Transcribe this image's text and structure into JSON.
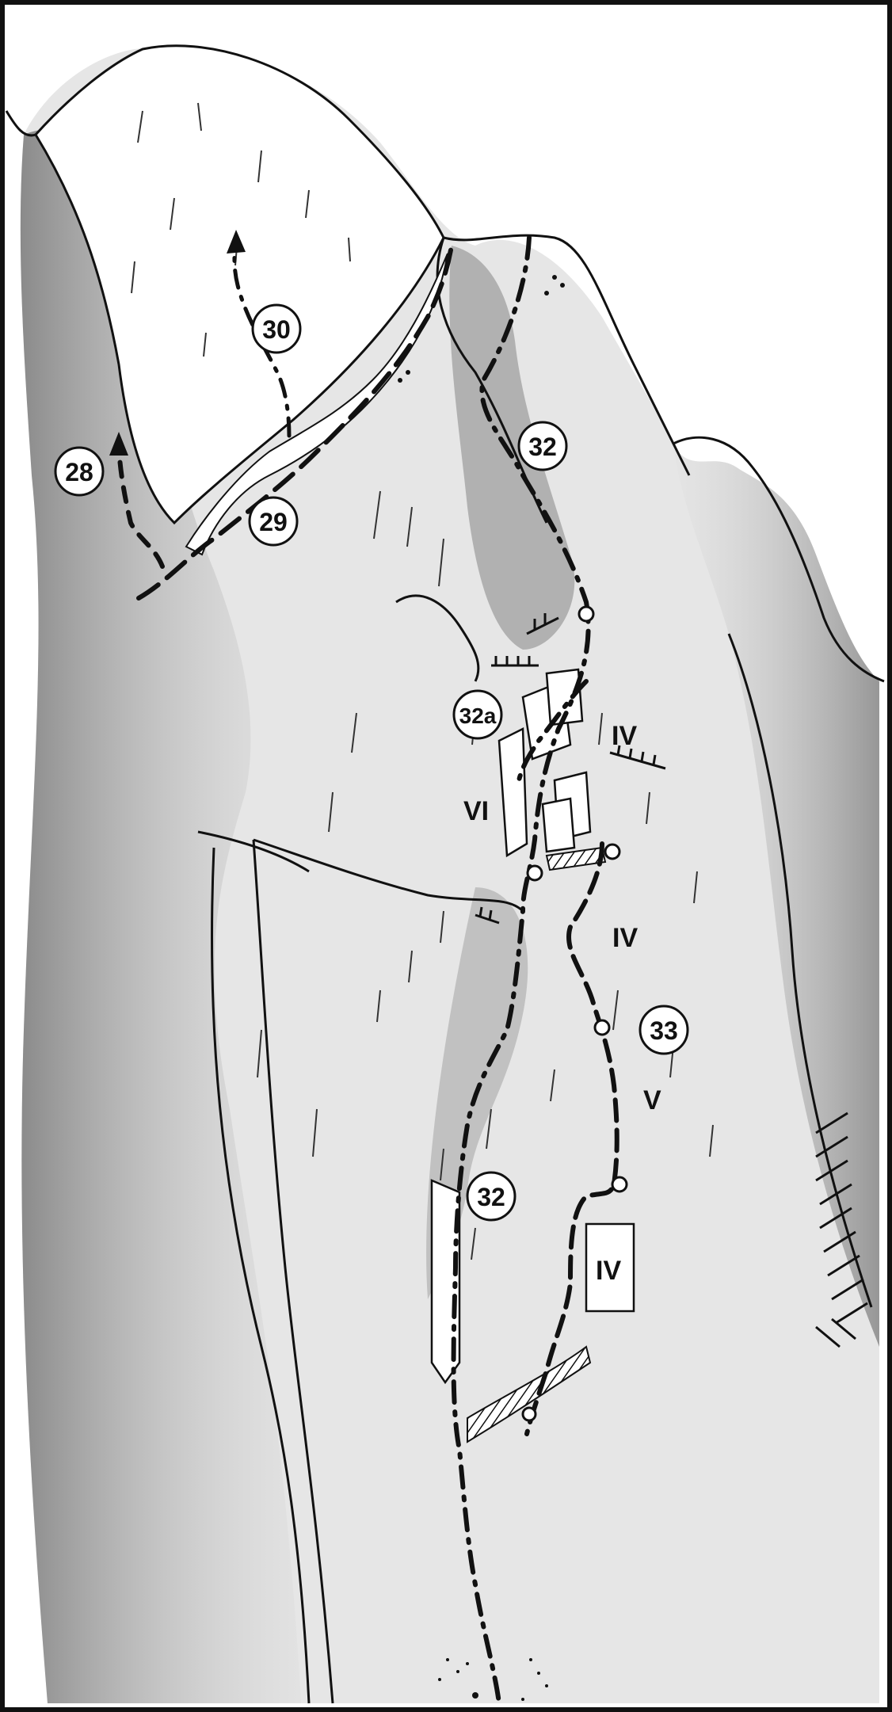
{
  "topo": {
    "route_labels": {
      "r28": "28",
      "r29": "29",
      "r30": "30",
      "r32_upper": "32",
      "r32a": "32a",
      "r33": "33",
      "r32_lower": "32"
    },
    "grades": {
      "g_iv_upper": "IV",
      "g_vi": "VI",
      "g_iv_mid": "IV",
      "g_v": "V",
      "g_iv_box": "IV"
    },
    "icons": {
      "belay": "belay-station-icon",
      "overhang": "overhang-hatch-icon",
      "arrow": "route-end-arrow-icon"
    },
    "colors": {
      "ink": "#111111",
      "rock_shade": "#8a8a8a",
      "rock_light": "#c8c8c8",
      "paper": "#ffffff"
    }
  }
}
